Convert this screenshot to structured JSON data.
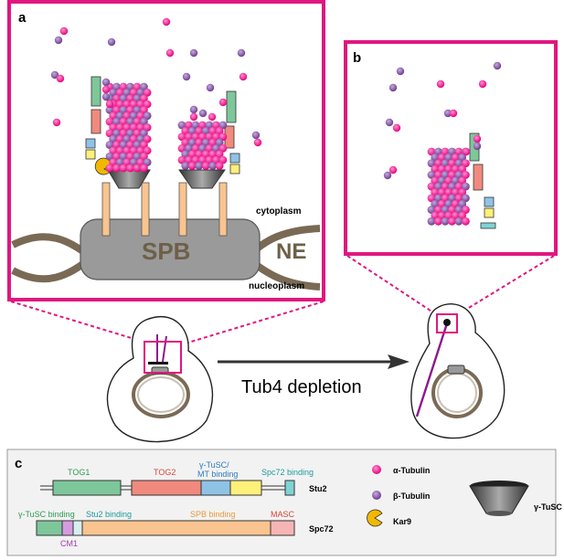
{
  "panel_a": {
    "letter": "a",
    "spb_label": "SPB",
    "ne_label": "NE",
    "cytoplasm_label": "cytoplasm",
    "nucleoplasm_label": "nucleoplasm"
  },
  "panel_b": {
    "letter": "b"
  },
  "arrow_label": "Tub4 depletion",
  "panel_c": {
    "letter": "c",
    "stu2": {
      "name": "Stu2",
      "domains": [
        "TOG1",
        "TOG2",
        "γ-TuSC/",
        "MT binding",
        "Spc72 binding"
      ]
    },
    "spc72": {
      "name": "Spc72",
      "domains": [
        "γ-TuSC binding",
        "Stu2 binding",
        "SPB binding",
        "MASC",
        "CM1"
      ]
    },
    "legend": {
      "alpha": "α-Tubulin",
      "beta": "β-Tubulin",
      "kar9": "Kar9",
      "tusc": "γ-TuSC"
    }
  },
  "colors": {
    "alpha_tubulin": "#e6007e",
    "beta_tubulin": "#7b4b9a",
    "frame": "#e0177f",
    "spb": "#9a9a9a",
    "kar9": "#f2b800",
    "tog1": "#7ec79a",
    "tog2": "#f08a7e",
    "mt_binding": "#8fc3e6",
    "spb_binding": "#f9c48f",
    "masc": "#f5b5b5",
    "yellow_domain": "#fff07a",
    "cyan_domain": "#7fd3d3"
  }
}
